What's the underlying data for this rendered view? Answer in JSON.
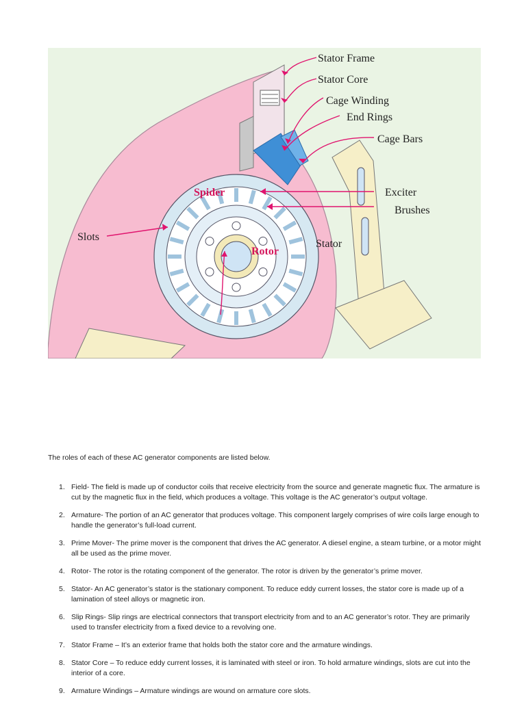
{
  "figure": {
    "labels": {
      "stator_frame": "Stator Frame",
      "stator_core": "Stator Core",
      "cage_winding": "Cage Winding",
      "end_rings": "End Rings",
      "cage_bars": "Cage Bars",
      "exciter": "Exciter",
      "brushes": "Brushes",
      "slots": "Slots",
      "stator": "Stator",
      "spider": "Spider",
      "rotor": "Rotor"
    }
  },
  "intro": "The roles of each of these AC generator components are listed below.",
  "items": [
    {
      "num": "1.",
      "text": "Field- The field is made up of conductor coils that receive electricity from the source and generate magnetic flux. The armature is cut by the magnetic flux in the field, which produces a voltage. This voltage is the AC generator’s output voltage."
    },
    {
      "num": "2.",
      "text": "Armature- The portion of an AC generator that produces voltage. This component largely comprises of wire coils large enough to handle the generator’s full-load current."
    },
    {
      "num": "3.",
      "text": "Prime Mover- The prime mover is the component that drives the AC generator. A diesel engine, a steam turbine, or a motor might all be used as the prime mover."
    },
    {
      "num": "4.",
      "text": "Rotor- The rotor is the rotating component of the generator. The rotor is driven by the generator’s prime mover."
    },
    {
      "num": "5.",
      "text": "Stator- An AC generator’s stator is the stationary component. To reduce eddy current losses, the stator core is made up of a lamination of steel alloys or magnetic iron."
    },
    {
      "num": "6.",
      "text": "Slip Rings- Slip rings are electrical connectors that transport electricity from and to an AC generator’s rotor. They are primarily used to transfer electricity from a fixed device to a revolving one."
    },
    {
      "num": "7.",
      "text": "Stator Frame – It’s an exterior frame that holds both the stator core and the armature windings."
    },
    {
      "num": "8.",
      "text": "Stator Core – To reduce eddy current losses, it is laminated with steel or iron. To hold armature windings, slots are cut into the interior of a core."
    },
    {
      "num": "9.",
      "text": "Armature Windings – Armature windings are wound on armature core slots."
    }
  ]
}
